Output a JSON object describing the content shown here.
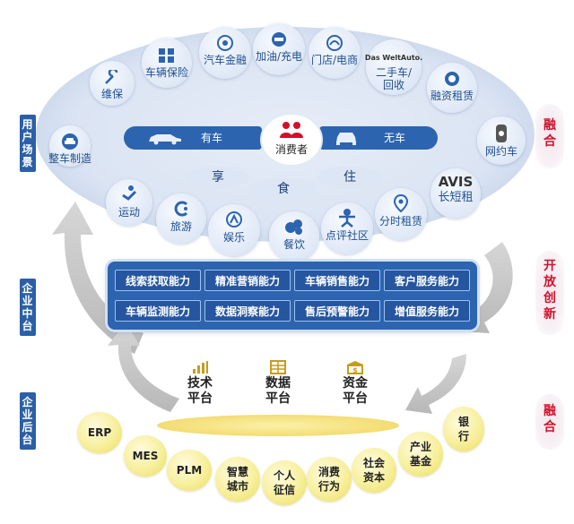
{
  "side_labels": {
    "user_scene": "用户场景",
    "enterprise_middle": "企业中台",
    "enterprise_backend": "企业后台"
  },
  "right_labels": {
    "fusion_top": "融合",
    "open_innovation": "开放创新",
    "fusion_bottom": "融合"
  },
  "scene_items": [
    {
      "label": "整车制造",
      "icon": "car-badge-icon"
    },
    {
      "label": "维保",
      "icon": "wrench-icon"
    },
    {
      "label": "车辆保险",
      "icon": "insurance-icon"
    },
    {
      "label": "汽车金融",
      "icon": "finance-icon"
    },
    {
      "label": "加油/充电",
      "icon": "fuel-icon"
    },
    {
      "label": "门店/电商",
      "icon": "store-icon"
    },
    {
      "label": "二手车/\n回收",
      "icon": "das-weltauto-logo",
      "logo_text": "Das WeltAuto."
    },
    {
      "label": "融资租赁",
      "icon": "leasing-icon"
    },
    {
      "label": "网约车",
      "icon": "ride-hailing-icon"
    },
    {
      "label": "长短租",
      "icon": "avis-logo",
      "logo_text": "AVIS"
    },
    {
      "label": "分时租赁",
      "icon": "timeshare-icon"
    },
    {
      "label": "点评社区",
      "icon": "review-icon"
    },
    {
      "label": "餐饮",
      "icon": "dining-icon"
    },
    {
      "label": "娱乐",
      "icon": "entertainment-icon"
    },
    {
      "label": "旅游",
      "icon": "travel-icon"
    },
    {
      "label": "运动",
      "icon": "sport-icon"
    }
  ],
  "center": {
    "consumer": "消费者",
    "with_car": "有车",
    "without_car": "无车",
    "enjoy": "享",
    "eat": "食",
    "live": "住"
  },
  "capabilities": [
    "线索获取能力",
    "精准营销能力",
    "车辆销售能力",
    "客户服务能力",
    "车辆监测能力",
    "数据洞察能力",
    "售后预警能力",
    "增值服务能力"
  ],
  "platforms": [
    {
      "label": "技术\n平台",
      "icon": "bar-chart-icon"
    },
    {
      "label": "数据\n平台",
      "icon": "grid-icon"
    },
    {
      "label": "资金\n平台",
      "icon": "money-icon"
    }
  ],
  "backend_items": [
    "ERP",
    "MES",
    "PLM",
    "智慧\n城市",
    "个人\n征信",
    "消费\n行为",
    "社会\n资本",
    "产业\n基金",
    "银行"
  ],
  "colors": {
    "primary_blue": "#2c64b0",
    "side_label_blue": "#2b5fa6",
    "accent_red": "#d0112b",
    "yellow": "#f3e887"
  }
}
